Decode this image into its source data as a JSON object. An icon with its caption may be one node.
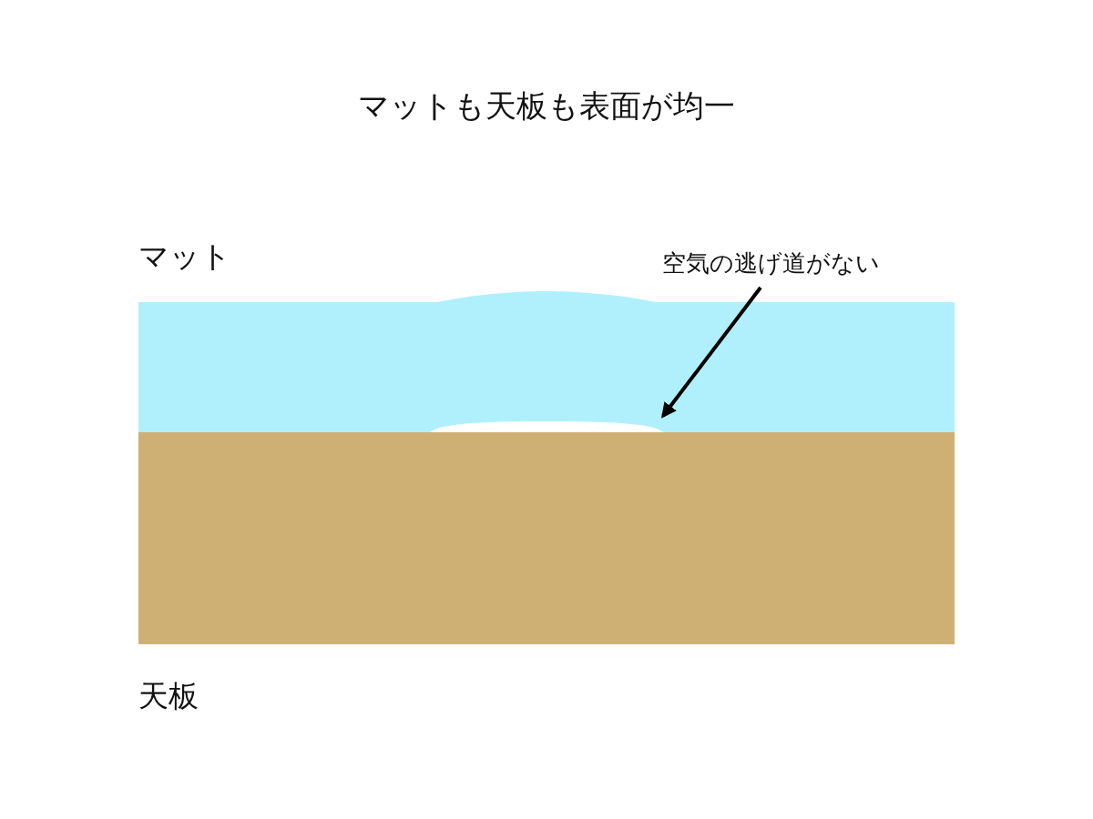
{
  "diagram": {
    "title": "マットも天板も表面が均一",
    "nodes": [
      {
        "text": [
          "マット"
        ]
      },
      {
        "text": [
          "天板"
        ]
      },
      {
        "text": [],
        "shape": "dome",
        "in": 0
      },
      {
        "text": [
          "空気の逃げ道がない"
        ]
      }
    ],
    "edges": [
      {
        "from": 3,
        "to": 2,
        "arrow": "to"
      }
    ]
  }
}
